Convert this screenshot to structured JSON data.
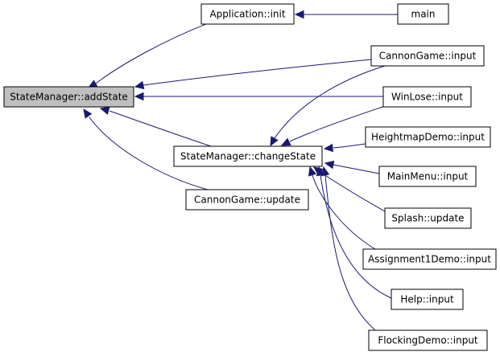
{
  "nodes": [
    {
      "id": "statemanager-addstate",
      "label": "StateManager::addState",
      "highlighted": true
    },
    {
      "id": "application-init",
      "label": "Application::init"
    },
    {
      "id": "main",
      "label": "main"
    },
    {
      "id": "cannongame-input",
      "label": "CannonGame::input"
    },
    {
      "id": "winlose-input",
      "label": "WinLose::input"
    },
    {
      "id": "statemanager-changestate",
      "label": "StateManager::changeState"
    },
    {
      "id": "heightmapdemo-input",
      "label": "HeightmapDemo::input"
    },
    {
      "id": "mainmenu-input",
      "label": "MainMenu::input"
    },
    {
      "id": "cannongame-update",
      "label": "CannonGame::update"
    },
    {
      "id": "splash-update",
      "label": "Splash::update"
    },
    {
      "id": "assignment1demo-input",
      "label": "Assignment1Demo::input"
    },
    {
      "id": "help-input",
      "label": "Help::input"
    },
    {
      "id": "flockingdemo-input",
      "label": "FlockingDemo::input"
    }
  ],
  "edges": [
    {
      "from": "application-init",
      "to": "statemanager-addstate"
    },
    {
      "from": "main",
      "to": "application-init"
    },
    {
      "from": "cannongame-input",
      "to": "statemanager-addstate"
    },
    {
      "from": "winlose-input",
      "to": "statemanager-addstate"
    },
    {
      "from": "statemanager-changestate",
      "to": "statemanager-addstate"
    },
    {
      "from": "cannongame-update",
      "to": "statemanager-addstate"
    },
    {
      "from": "cannongame-input",
      "to": "statemanager-changestate"
    },
    {
      "from": "winlose-input",
      "to": "statemanager-changestate"
    },
    {
      "from": "heightmapdemo-input",
      "to": "statemanager-changestate"
    },
    {
      "from": "mainmenu-input",
      "to": "statemanager-changestate"
    },
    {
      "from": "splash-update",
      "to": "statemanager-changestate"
    },
    {
      "from": "assignment1demo-input",
      "to": "statemanager-changestate"
    },
    {
      "from": "help-input",
      "to": "statemanager-changestate"
    },
    {
      "from": "flockingdemo-input",
      "to": "statemanager-changestate"
    }
  ],
  "colors": {
    "edge": "#191970",
    "node_fill": "#ffffff",
    "highlight_fill": "#bfbfbf",
    "border": "#000000"
  }
}
